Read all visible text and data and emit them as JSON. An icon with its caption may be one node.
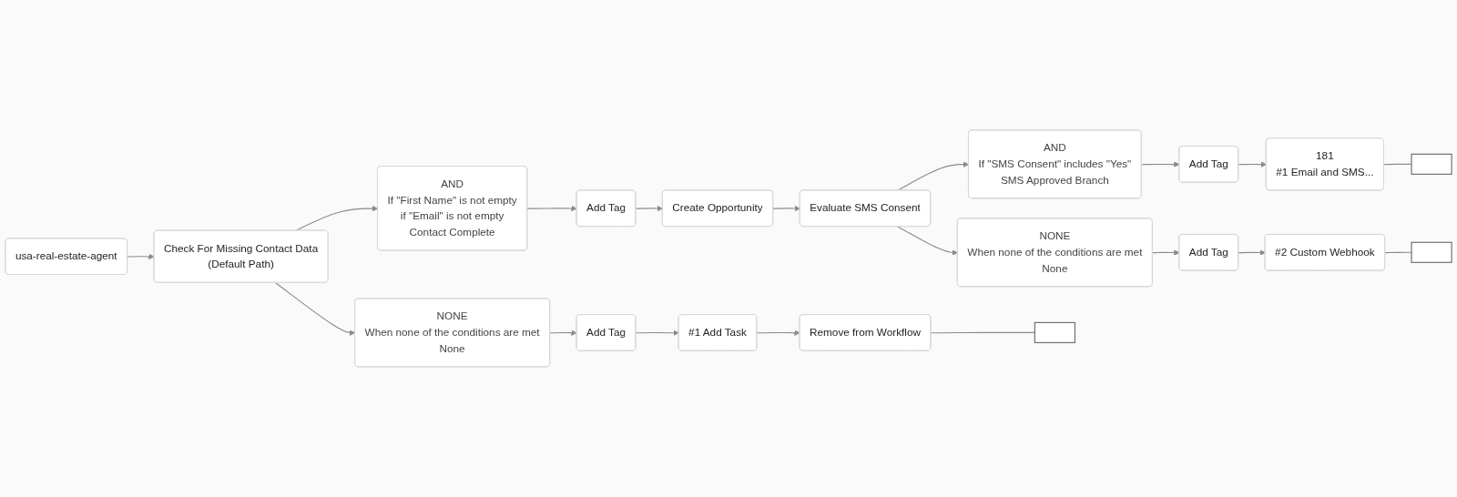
{
  "diagram": {
    "nodes": [
      {
        "text": [
          "usa-real-estate-agent"
        ]
      },
      {
        "text": [
          "Check For Missing Contact Data",
          "(Default Path)"
        ]
      },
      {
        "text": [
          "AND",
          "If \"First Name\" is not empty",
          "if \"Email\" is not empty",
          "Contact Complete"
        ]
      },
      {
        "text": [
          "Add Tag"
        ]
      },
      {
        "text": [
          "Create Opportunity"
        ]
      },
      {
        "text": [
          "Evaluate SMS Consent"
        ]
      },
      {
        "text": [
          "AND",
          "If \"SMS Consent\" includes \"Yes\"",
          "SMS Approved Branch"
        ]
      },
      {
        "text": [
          "Add Tag"
        ]
      },
      {
        "text": [
          "181",
          "#1 Email and SMS..."
        ]
      },
      {
        "text": [],
        "shape": "box"
      },
      {
        "text": [
          "NONE",
          "When none of the conditions are met",
          "None"
        ]
      },
      {
        "text": [
          "Add Tag"
        ]
      },
      {
        "text": [
          "#2 Custom Webhook"
        ]
      },
      {
        "text": [],
        "shape": "box"
      },
      {
        "text": [
          "NONE",
          "When none of the conditions are met",
          "None"
        ]
      },
      {
        "text": [
          "Add Tag"
        ]
      },
      {
        "text": [
          "#1 Add Task"
        ]
      },
      {
        "text": [
          "Remove from Workflow"
        ]
      },
      {
        "text": [],
        "shape": "box"
      }
    ],
    "edges": [
      {
        "from": 0,
        "to": 1,
        "arrow": "to"
      },
      {
        "from": 1,
        "to": 2,
        "arrow": "to"
      },
      {
        "from": 1,
        "to": 14,
        "arrow": "to"
      },
      {
        "from": 2,
        "to": 3,
        "arrow": "to"
      },
      {
        "from": 3,
        "to": 4,
        "arrow": "to"
      },
      {
        "from": 4,
        "to": 5,
        "arrow": "to"
      },
      {
        "from": 5,
        "to": 6,
        "arrow": "to"
      },
      {
        "from": 5,
        "to": 10,
        "arrow": "to"
      },
      {
        "from": 6,
        "to": 7,
        "arrow": "to"
      },
      {
        "from": 7,
        "to": 8,
        "arrow": "to"
      },
      {
        "from": 8,
        "to": 9,
        "arrow": "none"
      },
      {
        "from": 10,
        "to": 11,
        "arrow": "to"
      },
      {
        "from": 11,
        "to": 12,
        "arrow": "to"
      },
      {
        "from": 12,
        "to": 13,
        "arrow": "none"
      },
      {
        "from": 14,
        "to": 15,
        "arrow": "to"
      },
      {
        "from": 15,
        "to": 16,
        "arrow": "to"
      },
      {
        "from": 16,
        "to": 17,
        "arrow": "to"
      },
      {
        "from": 17,
        "to": 18,
        "arrow": "none"
      }
    ]
  }
}
